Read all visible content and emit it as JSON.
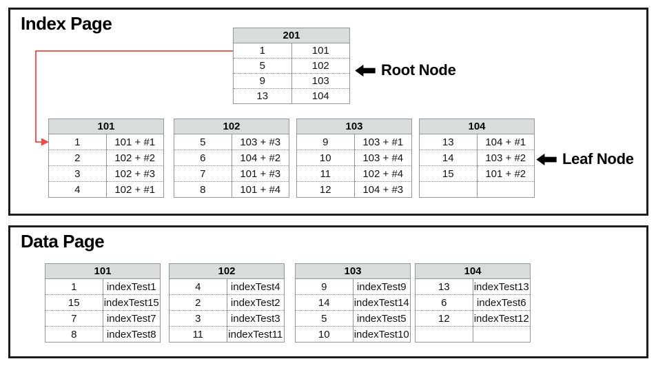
{
  "colors": {
    "page_bg": "#ffffff",
    "panel_border": "#1c1c1c",
    "table_header_bg": "#d8dcdd",
    "table_border": "#919797",
    "row_divider": "#8a8a8a",
    "red_arrow": "#f0493f",
    "text": "#121212"
  },
  "icons": {
    "annotation_pointer": "left-arrow",
    "red_pointer": "elbow-arrow-right"
  },
  "index_page": {
    "title": "Index Page",
    "root_annotation": "Root Node",
    "leaf_annotation": "Leaf Node",
    "root_table": {
      "header": "201",
      "rows": [
        [
          "1",
          "101"
        ],
        [
          "5",
          "102"
        ],
        [
          "9",
          "103"
        ],
        [
          "13",
          "104"
        ]
      ]
    },
    "leaf_tables": [
      {
        "header": "101",
        "rows": [
          [
            "1",
            "101 + #1"
          ],
          [
            "2",
            "102 + #2"
          ],
          [
            "3",
            "102 + #3"
          ],
          [
            "4",
            "102 + #1"
          ]
        ]
      },
      {
        "header": "102",
        "rows": [
          [
            "5",
            "103 + #3"
          ],
          [
            "6",
            "104 + #2"
          ],
          [
            "7",
            "101 + #3"
          ],
          [
            "8",
            "101 + #4"
          ]
        ]
      },
      {
        "header": "103",
        "rows": [
          [
            "9",
            "103 + #1"
          ],
          [
            "10",
            "103 + #4"
          ],
          [
            "11",
            "102 + #4"
          ],
          [
            "12",
            "104 + #3"
          ]
        ]
      },
      {
        "header": "104",
        "rows": [
          [
            "13",
            "104 + #1"
          ],
          [
            "14",
            "103 + #2"
          ],
          [
            "15",
            "101 + #2"
          ],
          [
            "",
            ""
          ]
        ]
      }
    ]
  },
  "data_page": {
    "title": "Data Page",
    "tables": [
      {
        "header": "101",
        "rows": [
          [
            "1",
            "indexTest1"
          ],
          [
            "15",
            "indexTest15"
          ],
          [
            "7",
            "indexTest7"
          ],
          [
            "8",
            "indexTest8"
          ]
        ]
      },
      {
        "header": "102",
        "rows": [
          [
            "4",
            "indexTest4"
          ],
          [
            "2",
            "indexTest2"
          ],
          [
            "3",
            "indexTest3"
          ],
          [
            "11",
            "indexTest11"
          ]
        ]
      },
      {
        "header": "103",
        "rows": [
          [
            "9",
            "indexTest9"
          ],
          [
            "14",
            "indexTest14"
          ],
          [
            "5",
            "indexTest5"
          ],
          [
            "10",
            "indexTest10"
          ]
        ]
      },
      {
        "header": "104",
        "rows": [
          [
            "13",
            "indexTest13"
          ],
          [
            "6",
            "indexTest6"
          ],
          [
            "12",
            "indexTest12"
          ],
          [
            "",
            ""
          ]
        ]
      }
    ]
  }
}
